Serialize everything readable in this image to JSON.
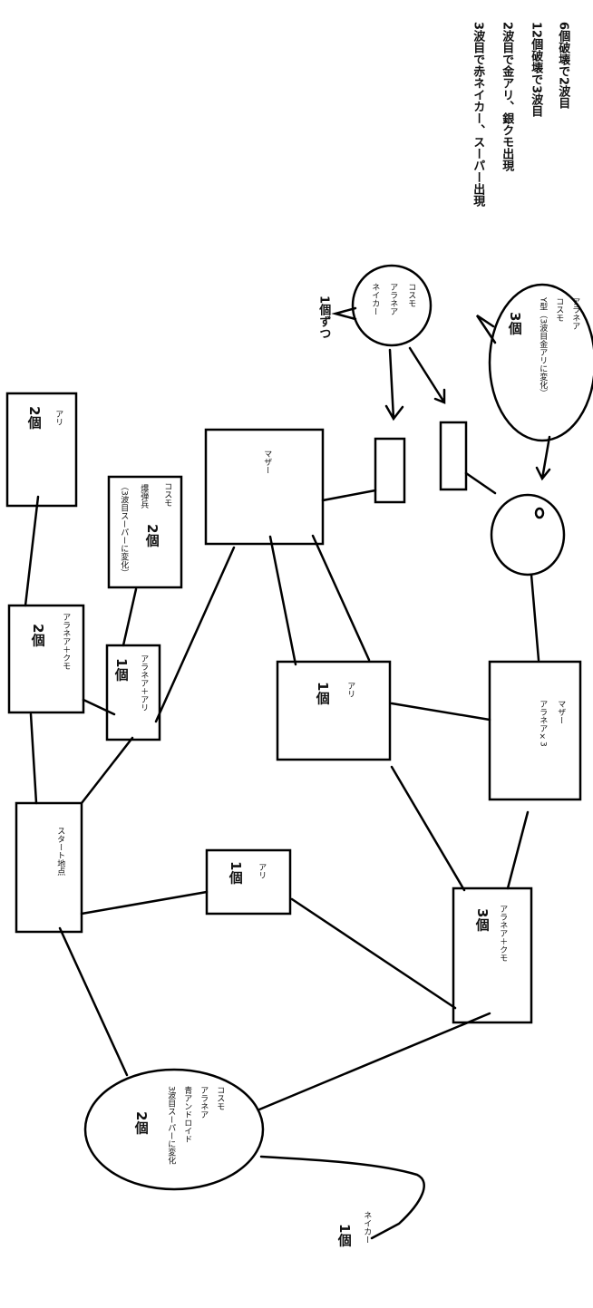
{
  "header_notes": [
    "6個破壊で2波目",
    "12個破壊で3波目",
    "2波目で金アリ、銀クモ出現",
    "3波目で赤ネイカー、スーパー出現"
  ],
  "bubble_top": {
    "lines": [
      "コスモ",
      "アラネア",
      "ネイカー"
    ],
    "note": "1個ずつ"
  },
  "bubble_right": {
    "lines": [
      "アラネア",
      "コスモ",
      "Y型（3波目金アリに変化）"
    ],
    "count": "3個"
  },
  "node_ari_topleft": {
    "label": "アリ",
    "count": "2個"
  },
  "node_cosmo_bakudan": {
    "label": "コスモ",
    "count": "2個",
    "sub1": "爆弾兵",
    "sub2": "（3波目スーパーに変化）"
  },
  "node_mother_top": {
    "label": "マザー"
  },
  "node_ar_kumo_left": {
    "label": "アラネア＋クモ",
    "count": "2個"
  },
  "node_ar_ari": {
    "label": "アラネア＋アリ",
    "count": "1個"
  },
  "node_ari_center": {
    "label": "アリ",
    "count": "1個"
  },
  "node_mother_right": {
    "label": "マザー",
    "sub": "アラネア×3"
  },
  "node_start": {
    "label": "スタート地点"
  },
  "node_ari_lower": {
    "label": "アリ",
    "count": "1個"
  },
  "node_ar_kumo_right": {
    "label": "アラネア＋クモ",
    "count": "3個"
  },
  "node_ellipse_bottom": {
    "lines": [
      "コスモ",
      "アラネア",
      "青アンドロイド",
      "3波目スーパーに変化"
    ],
    "count": "2個"
  },
  "node_neikaa_bottom": {
    "label": "ネイカー",
    "count": "1個"
  },
  "goal_marker": {
    "symbol": "o"
  }
}
